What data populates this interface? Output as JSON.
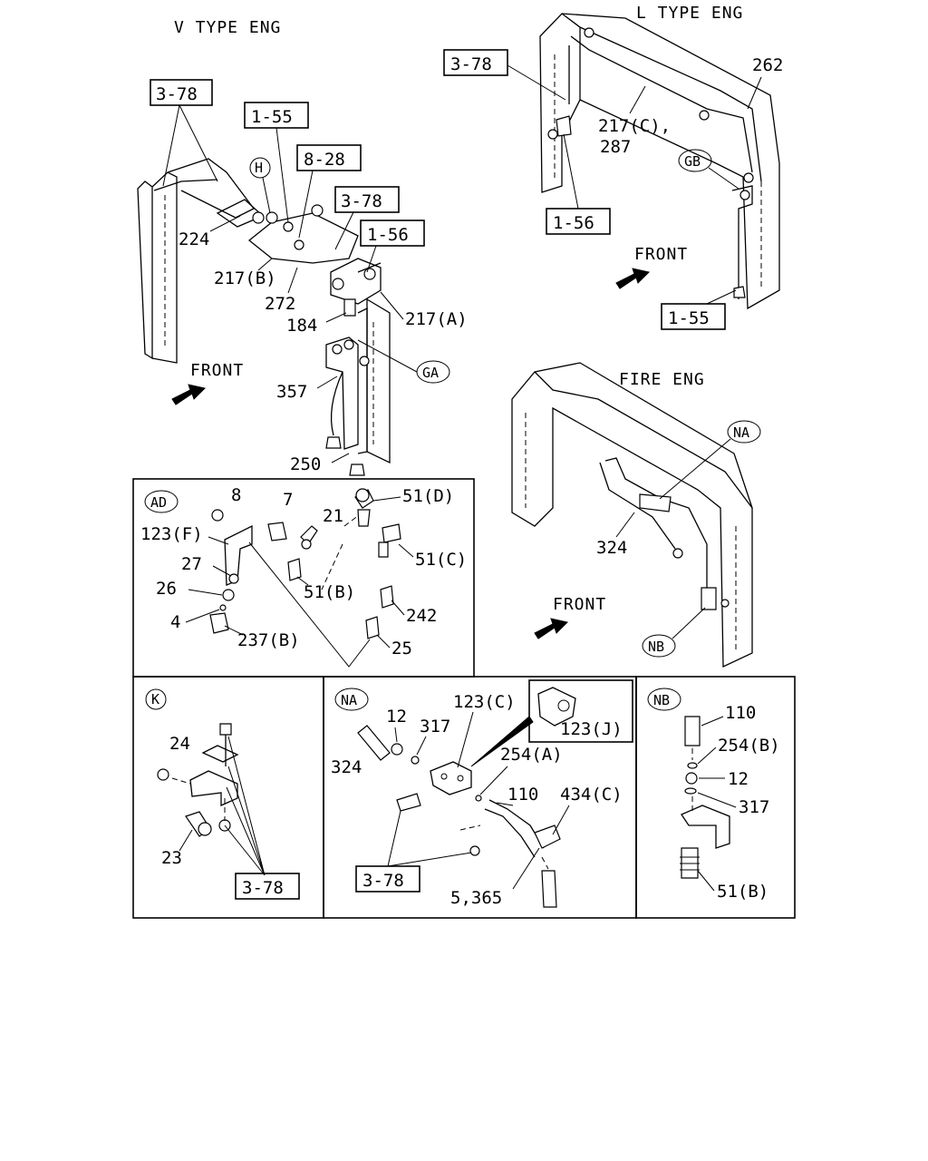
{
  "titles": {
    "v_type": "V TYPE ENG",
    "l_type": "L TYPE ENG",
    "fire": "FIRE ENG"
  },
  "front_labels": [
    "FRONT",
    "FRONT",
    "FRONT"
  ],
  "v_type": {
    "boxes": [
      "3-78",
      "1-55",
      "8-28",
      "3-78",
      "1-56"
    ],
    "circles": [
      "H",
      "GA"
    ],
    "labels": [
      "224",
      "217(B)",
      "272",
      "184",
      "217(A)",
      "357",
      "250"
    ]
  },
  "l_type": {
    "boxes": [
      "3-78",
      "1-56",
      "1-55"
    ],
    "circles": [
      "GB"
    ],
    "labels": [
      "262",
      "217(C),",
      "287"
    ]
  },
  "fire": {
    "circles": [
      "NA",
      "NB"
    ],
    "labels": [
      "324"
    ]
  },
  "panel_ad": {
    "tag": "AD",
    "labels": [
      "8",
      "7",
      "51(D)",
      "123(F)",
      "21",
      "51(C)",
      "27",
      "26",
      "51(B)",
      "4",
      "242",
      "237(B)",
      "25"
    ]
  },
  "panel_k": {
    "tag": "K",
    "labels": [
      "24",
      "23"
    ],
    "box": "3-78"
  },
  "panel_na": {
    "tag": "NA",
    "labels": [
      "12",
      "123(C)",
      "317",
      "324",
      "254(A)",
      "123(J)",
      "110",
      "434(C)",
      "5,365"
    ],
    "box": "3-78"
  },
  "panel_nb": {
    "tag": "NB",
    "labels": [
      "110",
      "254(B)",
      "12",
      "317",
      "51(B)"
    ]
  }
}
